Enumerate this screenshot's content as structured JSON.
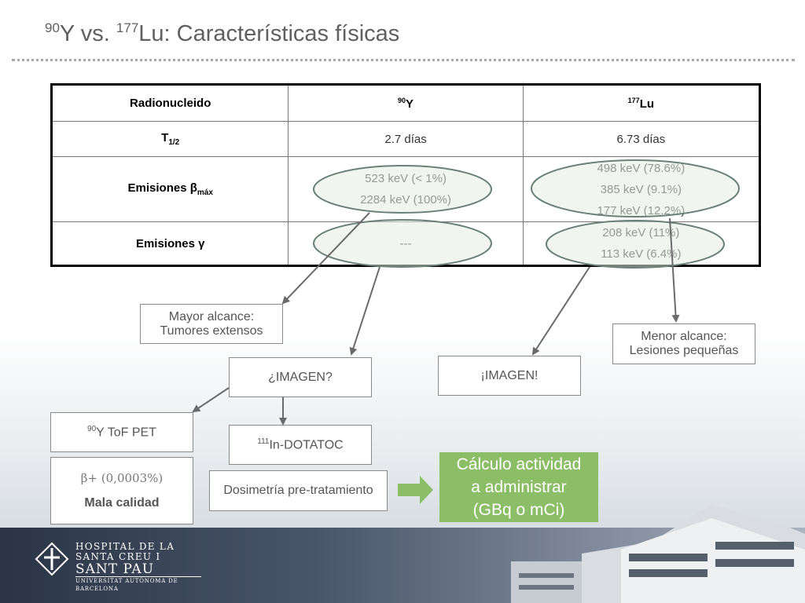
{
  "title": {
    "sup1": "90",
    "t1": "Y vs. ",
    "sup2": "177",
    "t2": "Lu: Características físicas"
  },
  "table": {
    "header": {
      "label": "Radionucleido",
      "y_sup": "90",
      "y": "Y",
      "lu_sup": "177",
      "lu": "Lu"
    },
    "half_life": {
      "label": "T",
      "label_sub": "1/2",
      "y": "2.7 días",
      "lu": "6.73 días"
    },
    "beta": {
      "label": "Emisiones β",
      "label_sub": "máx",
      "y": [
        "523 keV (< 1%)",
        "2284 keV (100%)"
      ],
      "lu": [
        "498 keV (78.6%)",
        "385 keV (9.1%)",
        "177 keV (12.2%)"
      ]
    },
    "gamma": {
      "label": "Emisiones γ",
      "y": "---",
      "lu": [
        "208 keV (11%)",
        "113 keV (6.4%)"
      ]
    }
  },
  "boxes": {
    "mayor": [
      "Mayor alcance:",
      "Tumores extensos"
    ],
    "menor": [
      "Menor alcance:",
      "Lesiones pequeñas"
    ],
    "imagen_q": "¿IMAGEN?",
    "imagen_e": "¡IMAGEN!",
    "tof": {
      "sup": "90",
      "text": "Y ToF PET"
    },
    "beta_plus": "β+ (0,0003%)",
    "mala": "Mala calidad",
    "indotatoc": {
      "sup": "111",
      "text": "In-DOTATOC"
    },
    "dosimetria": "Dosimetría pre-tratamiento",
    "calculo": [
      "Cálculo actividad",
      "a administrar",
      "(GBq o mCi)"
    ]
  },
  "logo": {
    "line1": "HOSPITAL DE LA",
    "line2": "SANTA CREU I",
    "line3": "SANT PAU",
    "line4": "UNIVERSITAT AUTÒNOMA DE BARCELONA"
  },
  "colors": {
    "green": "#8cbe68",
    "oval_fill": "#e4ece4",
    "oval_stroke": "#6a8078",
    "arrow": "#6a6a6a"
  }
}
